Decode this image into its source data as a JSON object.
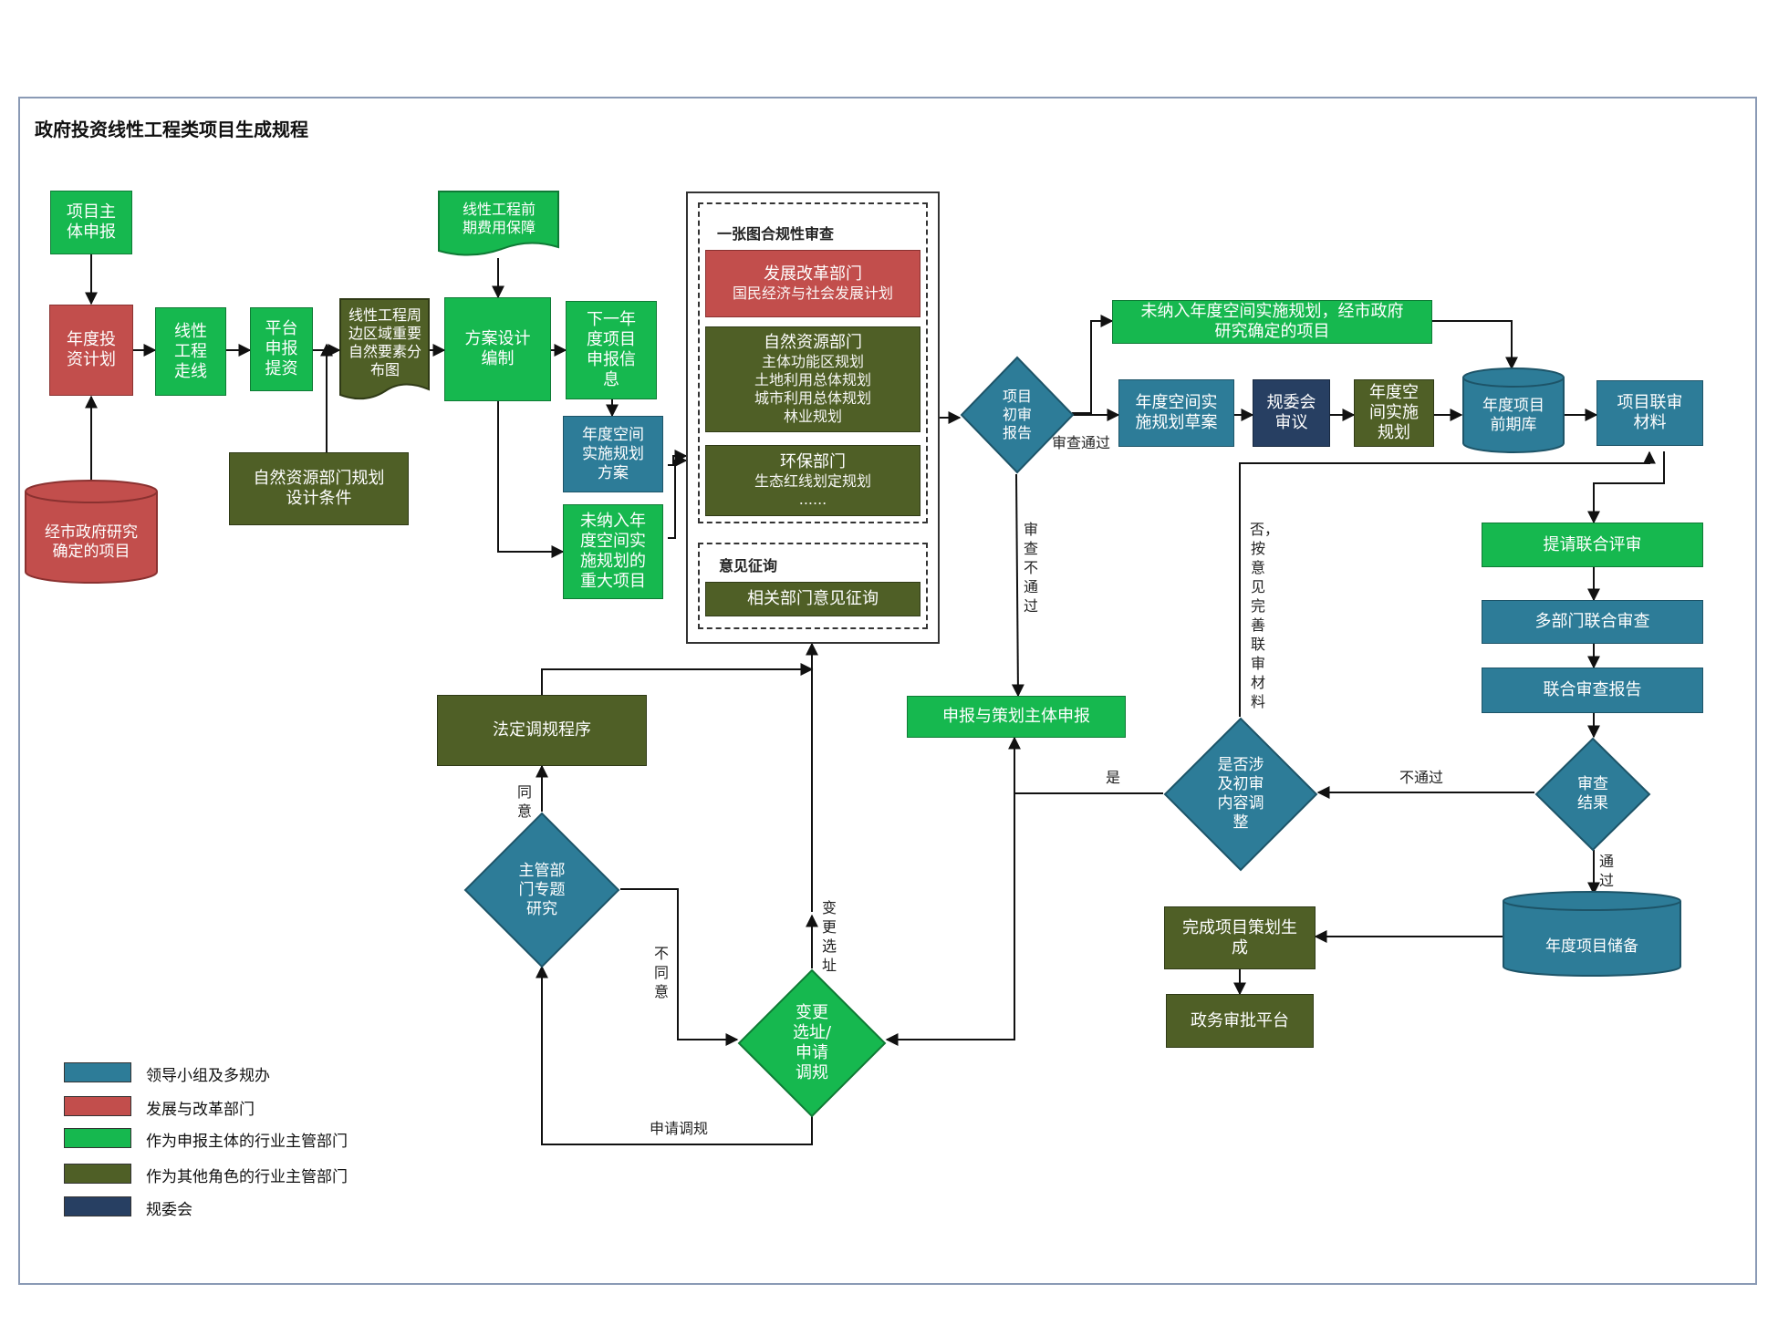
{
  "title": "政府投资线性工程类项目生成规程",
  "nodes": {
    "project_entity_report": "项目主\n体申报",
    "annual_investment_plan": "年度投\n资计划",
    "city_gov_projects": "经市政府研究\n确定的项目",
    "linear_route": "线性\n工程\n走线",
    "platform_report": "平台\n申报\n提资",
    "linear_surroundings": "线性工程周\n边区域重要\n自然要素分\n布图",
    "natural_resources_conditions": "自然资源部门规划\n设计条件",
    "linear_preliminary_fee": "线性工程前\n期费用保障",
    "scheme_design": "方案设计\n编制",
    "next_year_info": "下一年\n度项目\n申报信\n息",
    "annual_space_plan_scheme": "年度空间\n实施规划\n方案",
    "major_projects_not_included": "未纳入年\n度空间实\n施规划的\n重大项目",
    "one_map_review": "一张图合规性审查",
    "dev_reform_title": "发展改革部门",
    "dev_reform_sub": "国民经济与社会发展计划",
    "natural_res_title": "自然资源部门",
    "natural_res_sub": "主体功能区规划\n土地利用总体规划\n城市利用总体规划\n林业规划",
    "env_title": "环保部门",
    "env_sub": "生态红线划定规划\n......",
    "opinion_solicit": "意见征询",
    "related_dept_opinion": "相关部门意见征询",
    "legal_procedure": "法定调规程序",
    "competent_dept_study": "主管部\n门专题\n研究",
    "change_site": "变更\n选址/\n申请\n调规",
    "initial_review_report": "项目\n初审\n报告",
    "not_included_city": "未纳入年度空间实施规划，经市政府\n研究确定的项目",
    "annual_space_draft": "年度空间实\n施规划草案",
    "planning_committee_review": "规委会\n审议",
    "annual_space_plan": "年度空\n间实施\n规划",
    "annual_preliminary_db": "年度项目\n前期库",
    "joint_review_material": "项目联审\n材料",
    "request_joint_review": "提请联合评审",
    "multi_dept_review": "多部门联合审查",
    "joint_review_report": "联合审查报告",
    "review_result": "审查\n结果",
    "involves_adjust": "是否涉\n及初审\n内容调\n整",
    "report_planning_entity": "申报与策划主体申报",
    "annual_reserve": "年度项目储备",
    "complete_planning": "完成项目策划生\n成",
    "gov_approval_platform": "政务审批平台"
  },
  "edge_labels": {
    "review_pass": "审查通过",
    "review_fail": "审查不通过",
    "no_revise": "否，按意见完善联审材料",
    "yes": "是",
    "not_pass": "不通过",
    "pass": "通过",
    "agree": "同意",
    "disagree": "不同意",
    "change_site_v": "变更选址",
    "apply_adjust": "申请调规"
  },
  "legend": [
    {
      "label": "领导小组及多规办",
      "color": "#2d7c98"
    },
    {
      "label": "发展与改革部门",
      "color": "#c24e4c"
    },
    {
      "label": "作为申报主体的行业主管部门",
      "color": "#16b84f"
    },
    {
      "label": "作为其他角色的行业主管部门",
      "color": "#4f5f26"
    },
    {
      "label": "规委会",
      "color": "#273f62"
    }
  ]
}
